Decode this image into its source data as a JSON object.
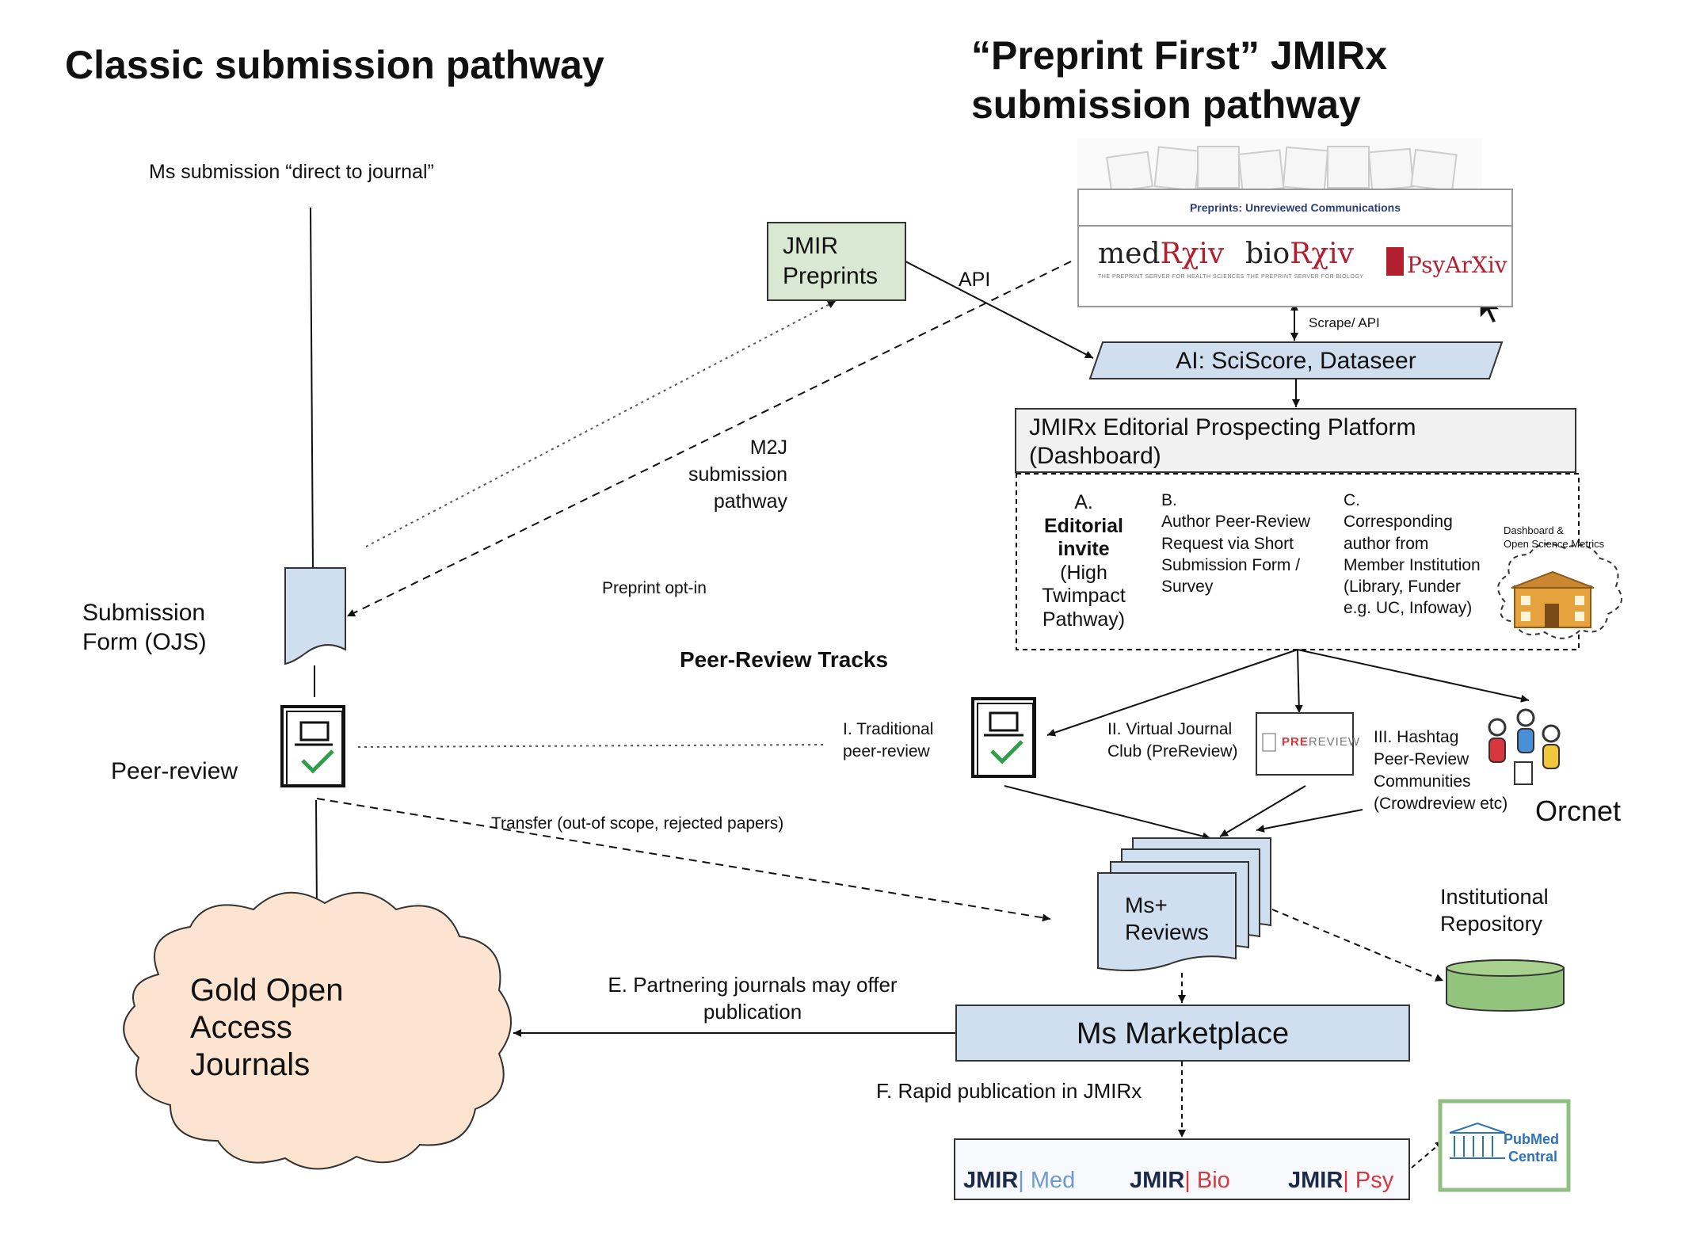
{
  "titles": {
    "classic": "Classic submission pathway",
    "preprint_line1": "“Preprint First” JMIRx",
    "preprint_line2": "submission pathway"
  },
  "classic": {
    "ms_submission": "Ms submission “direct to journal”",
    "submission_form_line1": "Submission",
    "submission_form_line2": "Form (OJS)",
    "peer_review": "Peer-review",
    "transfer": "Transfer (out-of scope, rejected papers)",
    "preprint_optin": "Preprint opt-in",
    "m2j_line1": "M2J",
    "m2j_line2": "submission",
    "m2j_line3": "pathway",
    "gold_line1": "Gold Open",
    "gold_line2": "Access",
    "gold_line3": "Journals"
  },
  "preprint": {
    "jmir_preprints_line1": "JMIR",
    "jmir_preprints_line2": "Preprints",
    "api": "API",
    "servers_header": "Preprints: Unreviewed Communications",
    "medrxiv_a": "med",
    "medrxiv_b": "Rχiv",
    "medrxiv_sub": "THE PREPRINT SERVER FOR HEALTH SCIENCES",
    "biorxiv_a": "bio",
    "biorxiv_b": "Rχiv",
    "biorxiv_sub": "THE PREPRINT SERVER FOR BIOLOGY",
    "psyarxiv": "PsyArXiv",
    "scrape_api": "Scrape/ API",
    "ai": "AI: SciScore, Dataseer",
    "platform_line1": "JMIRx Editorial Prospecting Platform",
    "platform_line2": "(Dashboard)",
    "option_a_letter": "A.",
    "option_a_bold1": "Editorial",
    "option_a_bold2": "invite",
    "option_a_rest1": "(High",
    "option_a_rest2": "Twimpact",
    "option_a_rest3": "Pathway)",
    "option_b_letter": "B.",
    "option_b_1": "Author Peer-Review",
    "option_b_2": "Request via Short",
    "option_b_3": "Submission Form /",
    "option_b_4": "Survey",
    "option_c_letter": "C.",
    "option_c_1": "Corresponding",
    "option_c_2": "author from",
    "option_c_3": "Member Institution",
    "option_c_4": "(Library, Funder",
    "option_c_5": "e.g. UC, Infoway)",
    "dashboard_metrics_1": "Dashboard &",
    "dashboard_metrics_2": "Open Science Metrics",
    "tracks_title": "Peer-Review Tracks",
    "track1_line1": "I. Traditional",
    "track1_line2": "peer-review",
    "track2_line1": "II. Virtual Journal",
    "track2_line2": "Club (PreReview)",
    "prereview_logo_a": "PRE",
    "prereview_logo_b": "REVIEW",
    "track3_line1": "III. Hashtag",
    "track3_line2": "Peer-Review",
    "track3_line3": "Communities",
    "track3_line4": "(Crowdreview etc)",
    "orcnet": "Orcnet",
    "ms_reviews_line1": "Ms+",
    "ms_reviews_line2": "Reviews",
    "inst_repo_line1": "Institutional",
    "inst_repo_line2": "Repository",
    "partnering_line1": "E. Partnering journals may offer",
    "partnering_line2": "publication",
    "marketplace": "Ms Marketplace",
    "rapid_pub": "F. Rapid publication in JMIRx",
    "jmirx_med": "| Med",
    "jmirx_bio": "| Bio",
    "jmirx_psy": "| Psy",
    "jmir_word": "JMIR",
    "pubmed_line1": "PubMed",
    "pubmed_line2": "Central"
  },
  "colors": {
    "green_box": "#d9e8d2",
    "blue_box": "#d0dff0",
    "cloud_fill": "#fce4d0",
    "repo_green": "#93c47d",
    "pubmed_border": "#8fc080",
    "rxiv_red": "#b2202f"
  }
}
